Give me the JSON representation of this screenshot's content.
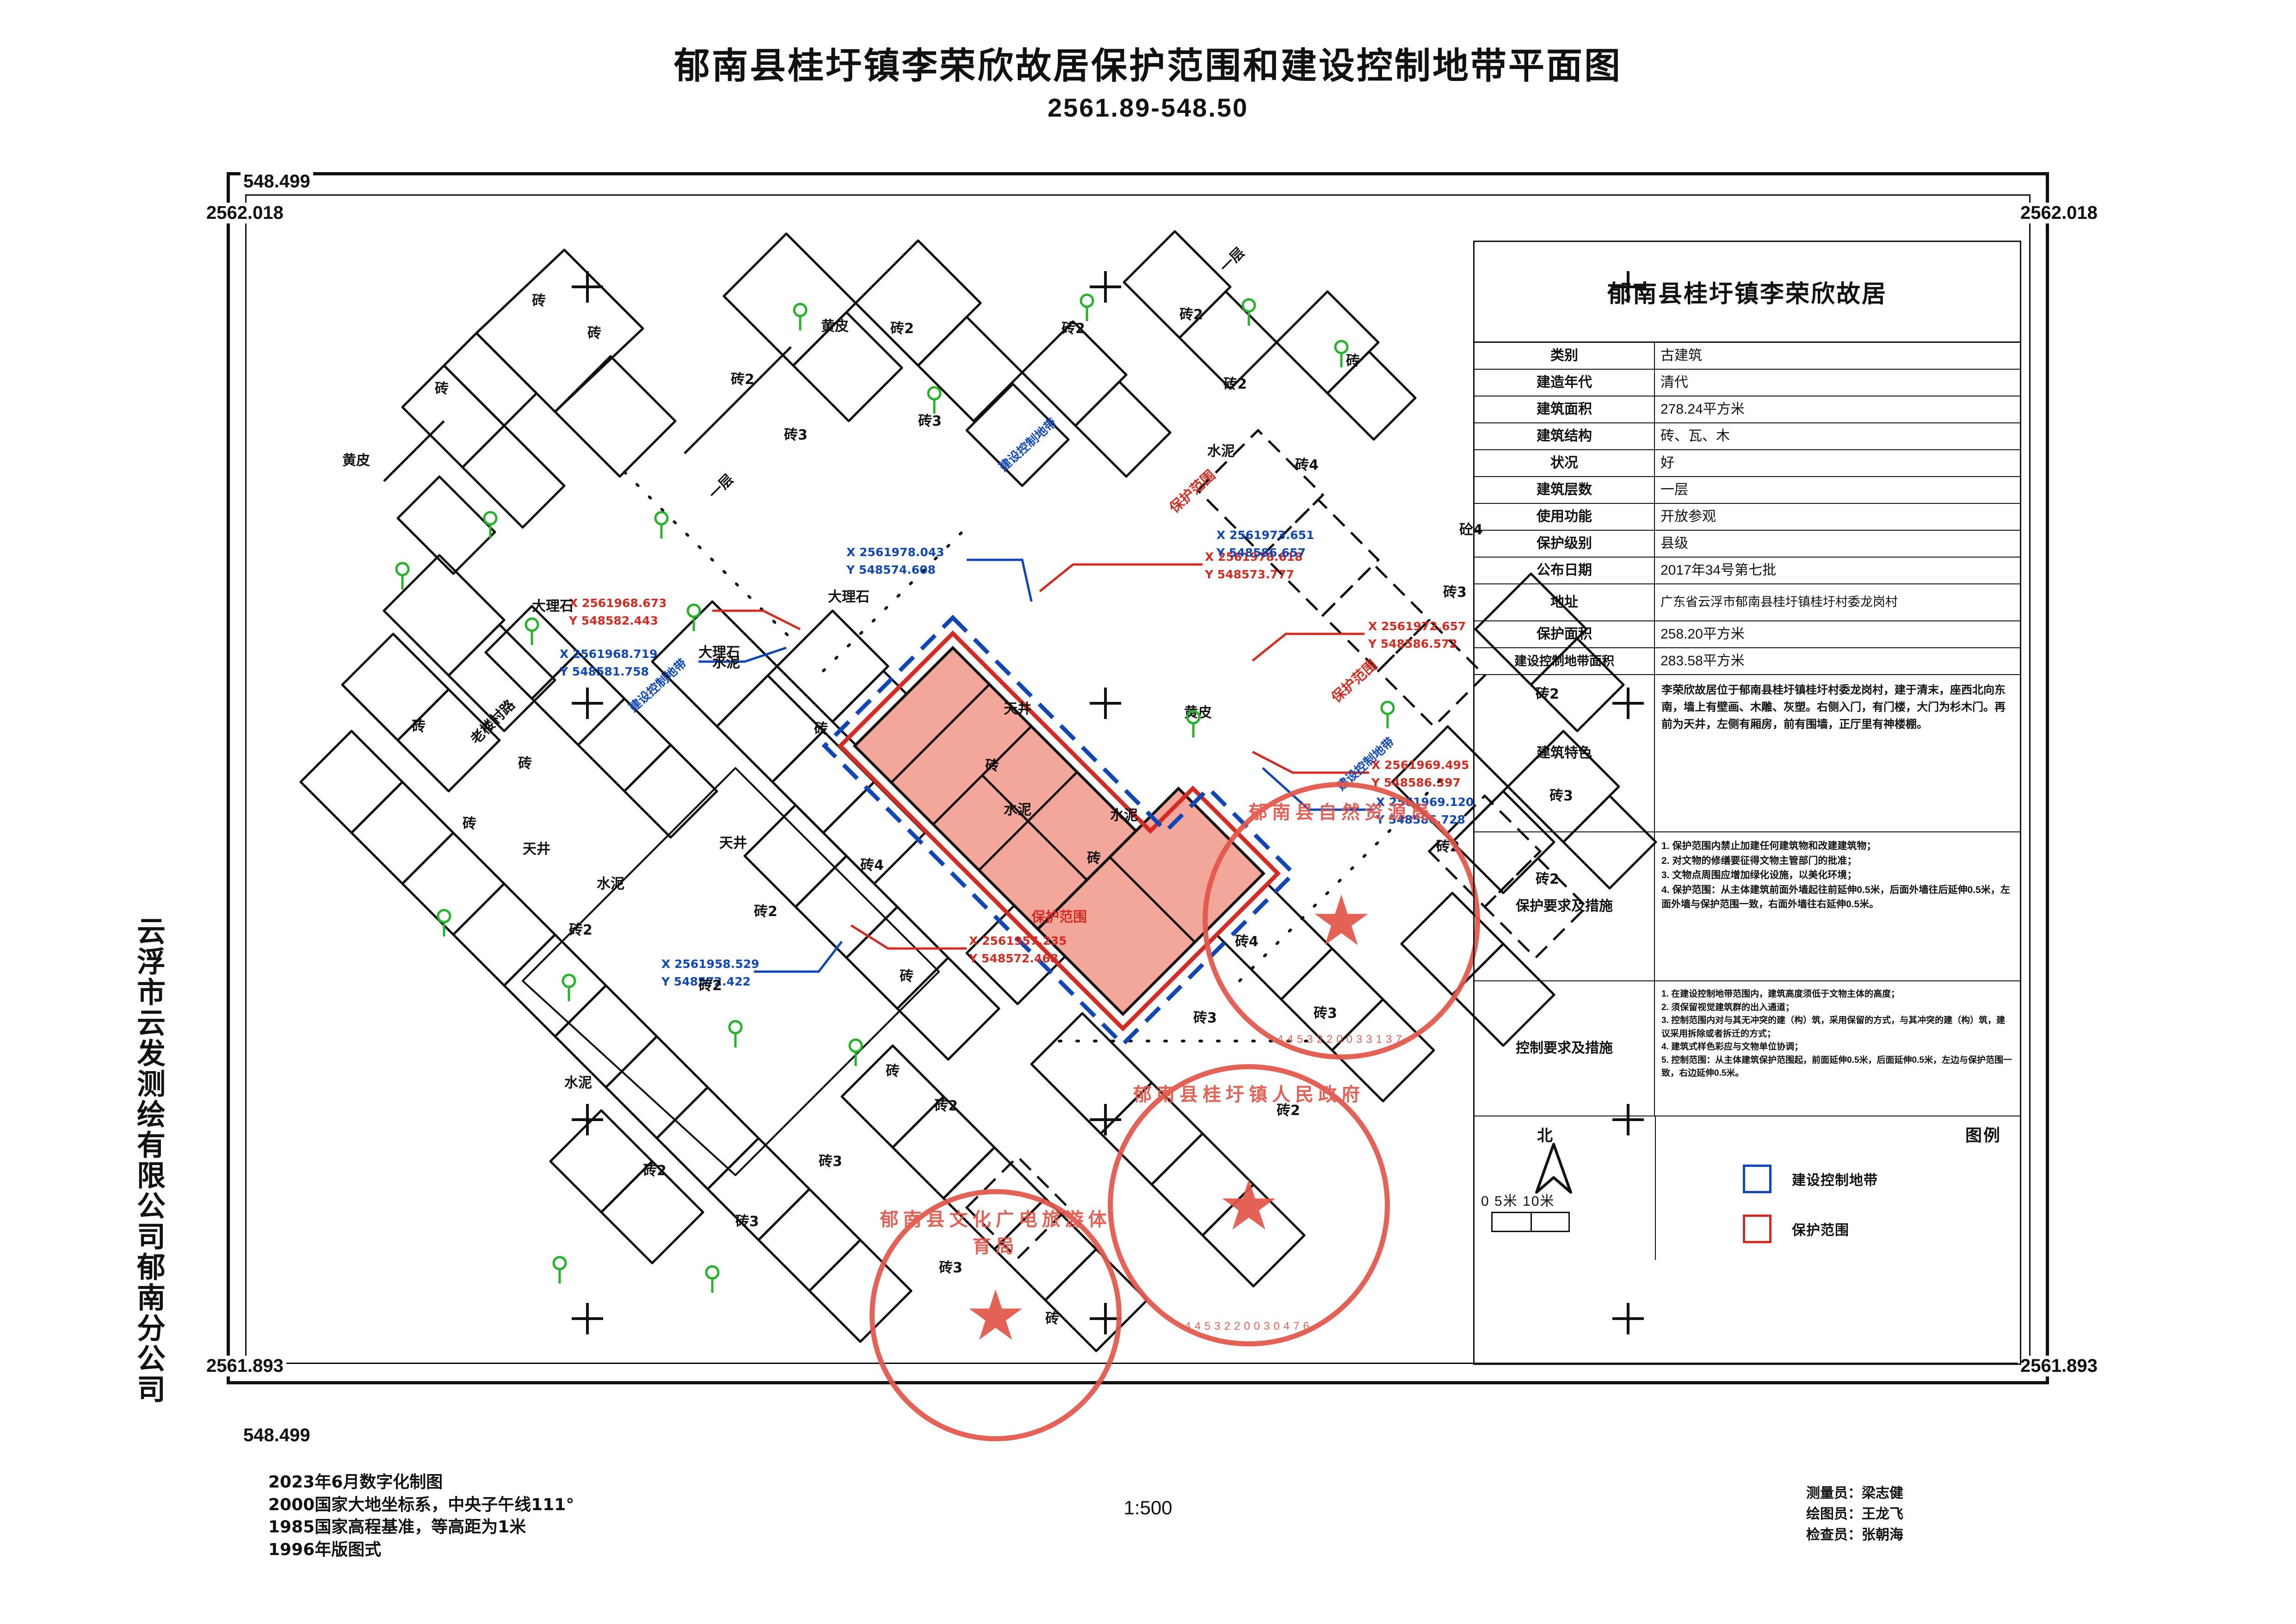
{
  "title": "郁南县桂圩镇李荣欣故居保护范围和建设控制地带平面图",
  "subtitle": "2561.89-548.50",
  "company_vertical": "云浮市云发测绘有限公司郁南分公司",
  "corners": {
    "top_left_x": "548.499",
    "top_left_y": "2562.018",
    "top_right_y": "2562.018",
    "bottom_left_y": "2561.893",
    "bottom_right_y": "2561.893",
    "bottom_left_x": "548.499"
  },
  "info_table": {
    "heading": "郁南县桂圩镇李荣欣故居",
    "rows": [
      {
        "label": "类别",
        "value": "古建筑"
      },
      {
        "label": "建造年代",
        "value": "清代"
      },
      {
        "label": "建筑面积",
        "value": "278.24平方米"
      },
      {
        "label": "建筑结构",
        "value": "砖、瓦、木"
      },
      {
        "label": "状况",
        "value": "好"
      },
      {
        "label": "建筑层数",
        "value": "一层"
      },
      {
        "label": "使用功能",
        "value": "开放参观"
      },
      {
        "label": "保护级别",
        "value": "县级"
      },
      {
        "label": "公布日期",
        "value": "2017年34号第七批"
      },
      {
        "label": "地址",
        "value": "广东省云浮市郁南县桂圩镇桂圩村委龙岗村"
      },
      {
        "label": "保护面积",
        "value": "258.20平方米"
      },
      {
        "label": "建设控制地带面积",
        "value": "283.58平方米"
      }
    ],
    "features_label": "建筑特色",
    "features_value": "李荣欣故居位于郁南县桂圩镇桂圩村委龙岗村，建于清末，座西北向东南，墙上有壁画、木雕、灰塑。右侧入门，有门楼，大门为杉木门。再前为天井，左侧有厢房，前有围墙，正厅里有神楼棚。",
    "protection_label": "保护要求及措施",
    "protection_items": [
      "1. 保护范围内禁止加建任何建筑物和改建建筑物；",
      "2. 对文物的修缮要征得文物主管部门的批准；",
      "3. 文物点周围应增加绿化设施，以美化环境；",
      "4. 保护范围：从主体建筑前面外墙起往前延伸0.5米，后面外墙往后延伸0.5米，左面外墙与保护范围一致，右面外墙往右延伸0.5米。"
    ],
    "control_label": "控制要求及措施",
    "control_items": [
      "1. 在建设控制地带范围内，建筑高度须低于文物主体的高度；",
      "2. 须保留视觉建筑群的出入通道；",
      "3. 控制范围内对与其无冲突的建（构）筑，采用保留的方式，与其冲突的建（构）筑，建议采用拆除或者拆迁的方式；",
      "4. 建筑式样色彩应与文物单位协调；",
      "5. 控制范围：从主体建筑保护范围起，前面延伸0.5米，后面延伸0.5米，左边与保护范围一致，右边延伸0.5米。"
    ]
  },
  "legend": {
    "north_label": "北",
    "scale_labels": "0    5米  10米",
    "title": "图例",
    "items": [
      {
        "label": "建设控制地带",
        "color": "#1047b8"
      },
      {
        "label": "保护范围",
        "color": "#d42b22"
      }
    ]
  },
  "footer_left": [
    "2023年6月数字化制图",
    "2000国家大地坐标系，中央子午线111°",
    "1985国家高程基准，等高距为1米",
    "1996年版图式"
  ],
  "scale_note": "1:500",
  "footer_right": [
    "测量员：梁志健",
    "绘图员：王龙飞",
    "检查员：张朝海"
  ],
  "seals": [
    {
      "name": "郁南县自然资源局",
      "arc_top": "郁南县自然资源局",
      "code": "4453220033137"
    },
    {
      "name": "郁南县桂圩镇人民政府",
      "arc_top": "郁南县桂圩镇人民政府",
      "code": "4453220030476"
    },
    {
      "name": "郁南县文化广电旅游体育局",
      "arc_top": "郁南县文化广电旅游体育局",
      "code": ""
    }
  ],
  "map_annotations": {
    "protection_label": "保护范围",
    "control_label": "建设控制地带",
    "coords_red": [
      {
        "x": "X 2561978.618",
        "y": "Y 548573.777"
      },
      {
        "x": "X 2561972.657",
        "y": "Y 548586.572"
      },
      {
        "x": "X 2561969.495",
        "y": "Y 548586.397"
      },
      {
        "x": "X 2561968.673",
        "y": "Y 548582.443"
      },
      {
        "x": "X 2561957.235",
        "y": "Y 548572.468"
      }
    ],
    "coords_blue": [
      {
        "x": "X 2561978.043",
        "y": "Y 548574.608"
      },
      {
        "x": "X 2561973.651",
        "y": "Y 548586.657"
      },
      {
        "x": "X 2561969.120",
        "y": "Y 548586.728"
      },
      {
        "x": "X 2561968.719",
        "y": "Y 548581.758"
      },
      {
        "x": "X 2561958.529",
        "y": "Y 548572.422"
      }
    ],
    "surface_labels": [
      "水泥",
      "黄皮",
      "大理石",
      "天井",
      "砖",
      "砼"
    ],
    "street_label": "老楼村路"
  }
}
